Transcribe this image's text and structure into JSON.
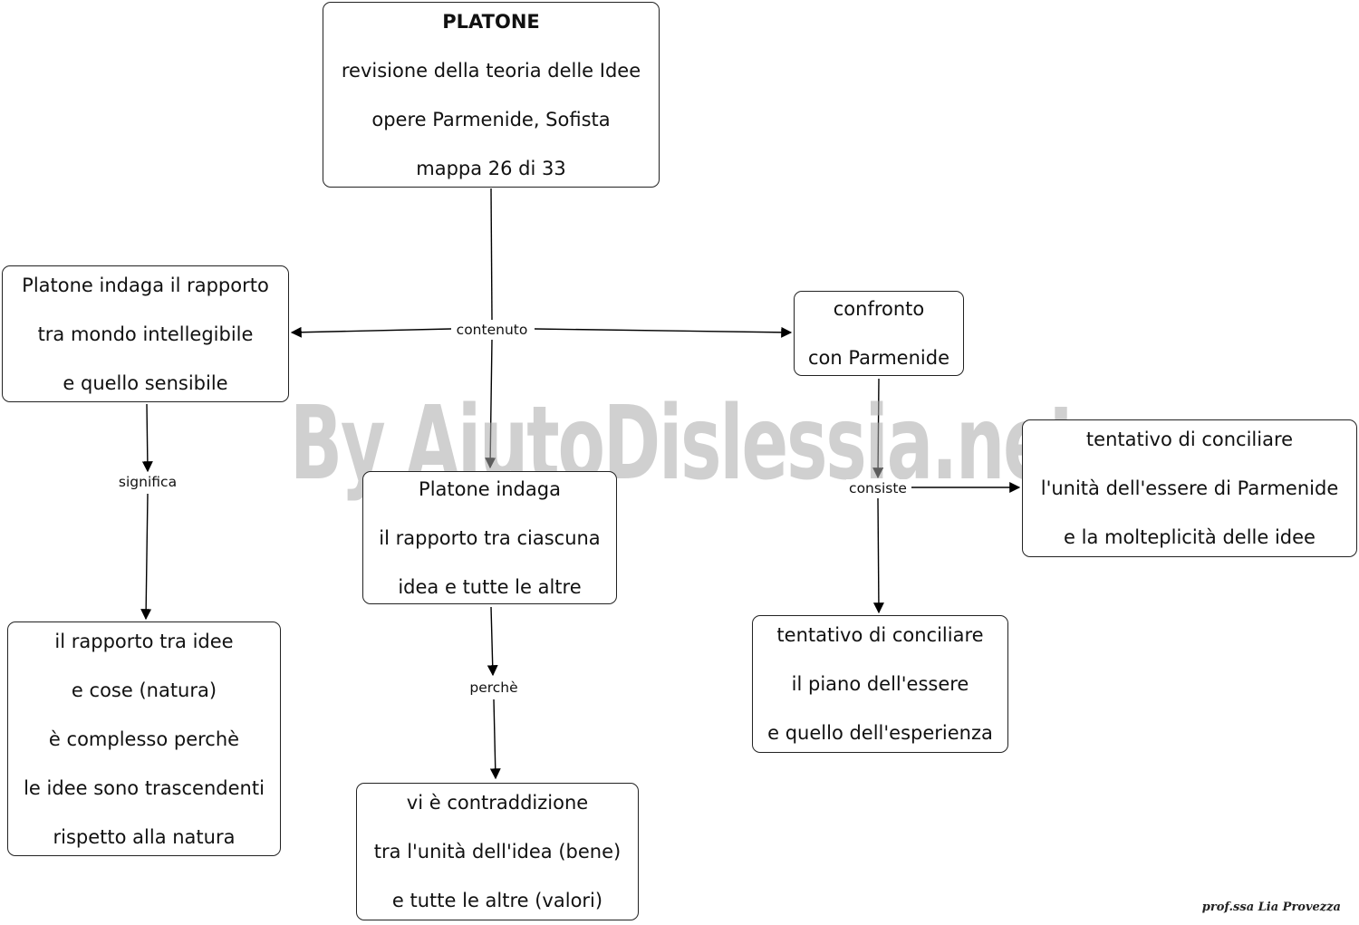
{
  "nodes": {
    "root": [
      "PLATONE",
      "revisione della teoria delle Idee",
      "opere Parmenide, Sofista",
      "mappa 26 di 33"
    ],
    "left": [
      "Platone indaga il rapporto",
      "tra mondo intellegibile",
      "e quello sensibile"
    ],
    "center": [
      "Platone indaga",
      "il rapporto tra ciascuna",
      "idea e tutte le altre"
    ],
    "confronto": [
      "confronto",
      "con Parmenide"
    ],
    "rapporto_idee": [
      "il rapporto tra idee",
      "e cose (natura)",
      "è complesso perchè",
      "le idee sono trascendenti",
      "rispetto alla natura"
    ],
    "contraddizione": [
      "vi è contraddizione",
      "tra l'unità dell'idea (bene)",
      "e tutte le altre (valori)"
    ],
    "tentativo_unita": [
      "tentativo di conciliare",
      "l'unità dell'essere di Parmenide",
      "e la molteplicità delle idee"
    ],
    "tentativo_piano": [
      "tentativo di conciliare",
      "il piano dell'essere",
      "e quello dell'esperienza"
    ]
  },
  "links": {
    "contenuto": "contenuto",
    "significa": "significa",
    "perche": "perchè",
    "consiste": "consiste"
  },
  "watermark": "By AiutoDislessia.net",
  "signature": "prof.ssa Lia Provezza"
}
